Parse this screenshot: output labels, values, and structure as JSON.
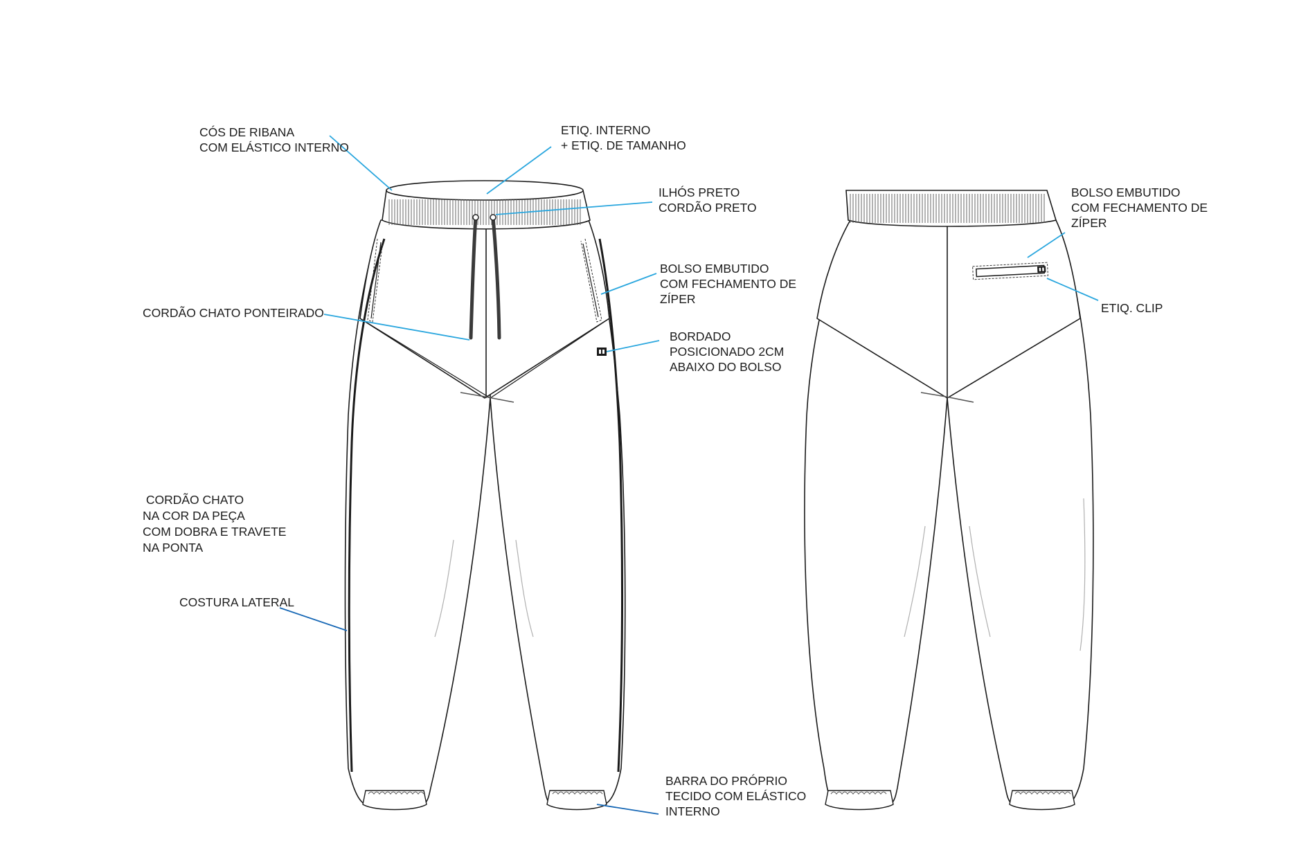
{
  "annotations": {
    "front": {
      "waistband": [
        "CÓS DE RIBANA",
        "COM ELÁSTICO INTERNO"
      ],
      "inner_label": [
        "ETIQ. INTERNO",
        "+ ETIQ. DE TAMANHO"
      ],
      "eyelets": [
        "ILHÓS PRETO",
        "CORDÃO PRETO"
      ],
      "zip_pocket": [
        "BOLSO EMBUTIDO",
        "COM FECHAMENTO DE",
        "ZÍPER"
      ],
      "flat_cord": [
        "CORDÃO CHATO PONTEIRADO"
      ],
      "embroidery": [
        "BORDADO",
        "POSICIONADO 2CM",
        "ABAIXO DO BOLSO"
      ],
      "flat_cord_colour": [
        " CORDÃO CHATO",
        "NA COR DA PEÇA",
        "COM DOBRA E TRAVETE",
        "NA PONTA"
      ],
      "side_seam": [
        "COSTURA LATERAL"
      ],
      "hem": [
        "BARRA DO PRÓPRIO",
        "TECIDO COM ELÁSTICO",
        "INTERNO"
      ]
    },
    "back": {
      "zip_pocket": [
        "BOLSO EMBUTIDO",
        "COM FECHAMENTO DE",
        "ZÍPER"
      ],
      "clip_label": [
        "ETIQ. CLIP"
      ]
    }
  },
  "colors": {
    "leader_light": "#29a6de",
    "leader_dark": "#1667b5",
    "outline": "#1a1a1a",
    "cord": "#3a3a3a"
  },
  "icons": {
    "logo": "dc-logo-icon"
  }
}
